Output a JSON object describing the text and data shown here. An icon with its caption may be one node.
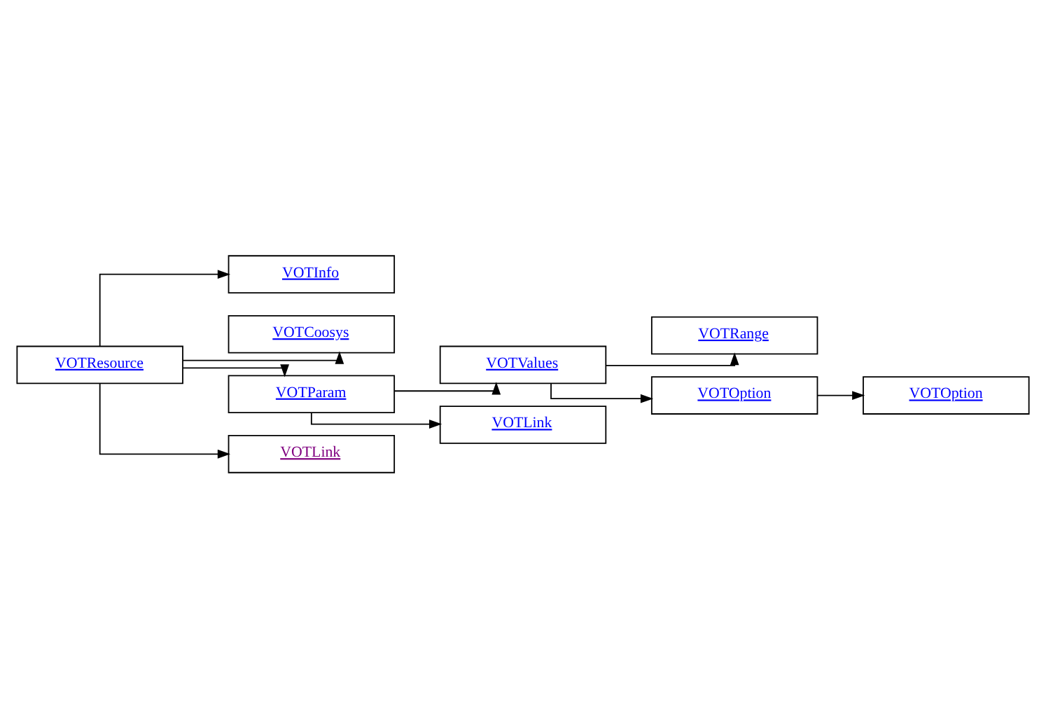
{
  "diagram": {
    "nodes": [
      {
        "text": [
          "VOTResource"
        ]
      },
      {
        "text": [
          "VOTInfo"
        ]
      },
      {
        "text": [
          "VOTCoosys"
        ]
      },
      {
        "text": [
          "VOTParam"
        ]
      },
      {
        "text": [
          "VOTValues"
        ]
      },
      {
        "text": [
          "VOTRange"
        ]
      },
      {
        "text": [
          "VOTOption"
        ]
      },
      {
        "text": [
          "VOTOption"
        ]
      },
      {
        "text": [
          "VOTLink"
        ]
      },
      {
        "text": [
          "VOTLink"
        ]
      }
    ],
    "edges": [
      {
        "from": 0,
        "to": 1,
        "arrow": "to"
      },
      {
        "from": 0,
        "to": 2,
        "arrow": "to"
      },
      {
        "from": 0,
        "to": 3,
        "arrow": "to"
      },
      {
        "from": 3,
        "to": 4,
        "arrow": "to"
      },
      {
        "from": 4,
        "to": 5,
        "arrow": "to"
      },
      {
        "from": 4,
        "to": 6,
        "arrow": "to"
      },
      {
        "from": 6,
        "to": 7,
        "arrow": "to"
      },
      {
        "from": 3,
        "to": 8,
        "arrow": "to"
      },
      {
        "from": 0,
        "to": 9,
        "arrow": "to"
      }
    ]
  }
}
